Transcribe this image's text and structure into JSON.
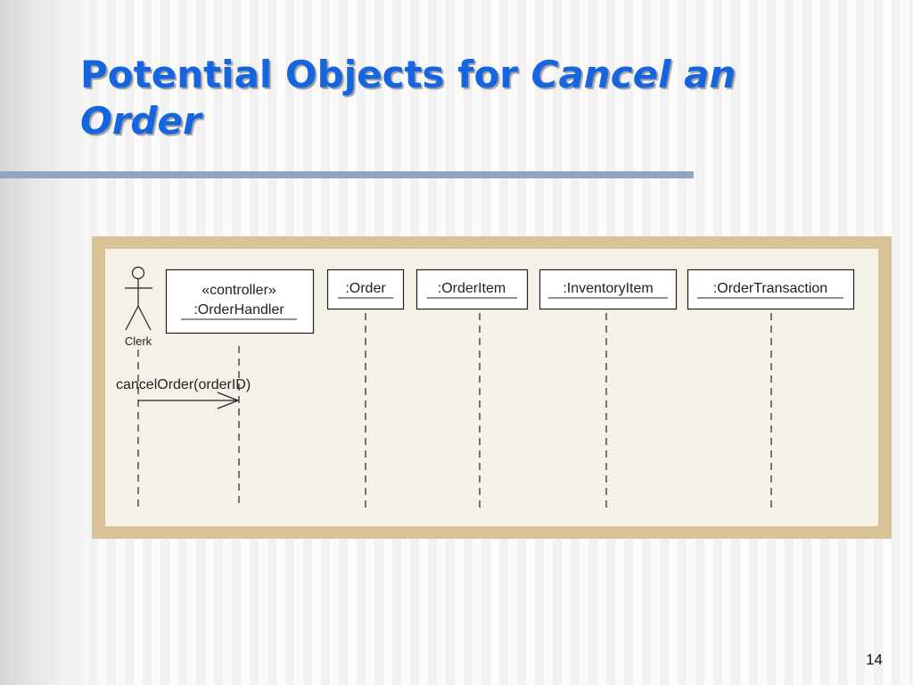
{
  "slide": {
    "title_plain": "Potential Objects for ",
    "title_italic": "Cancel an Order",
    "page_number": "14"
  },
  "diagram": {
    "actor": {
      "label": "Clerk"
    },
    "controller": {
      "stereotype": "«controller»",
      "name": ":OrderHandler"
    },
    "objects": [
      {
        "name": ":Order"
      },
      {
        "name": ":OrderItem"
      },
      {
        "name": ":InventoryItem"
      },
      {
        "name": ":OrderTransaction"
      }
    ],
    "message": {
      "label": "cancelOrder(orderID)"
    }
  }
}
